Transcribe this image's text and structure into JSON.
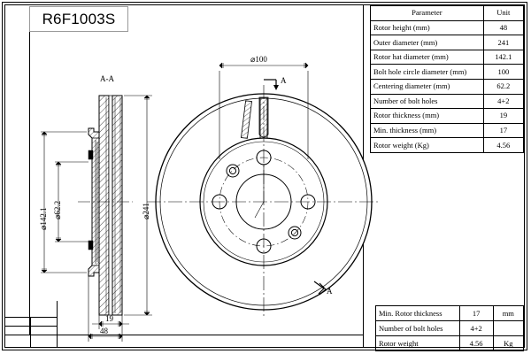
{
  "drawing": {
    "part_number": "R6F1003S",
    "section_view_label": "A-A",
    "section_cut_label_top": "A",
    "section_cut_label_bottom": "A",
    "dimensions": {
      "bolt_circle": "⌀100",
      "rotor_hat_diameter": "⌀142.1",
      "centering_diameter": "⌀62.2",
      "outer_diameter": "⌀241",
      "rotor_thickness": "19",
      "rotor_height": "48"
    }
  },
  "parameter_table": {
    "headers": [
      "Parameter",
      "Unit"
    ],
    "rows": [
      {
        "parameter": "Rotor height (mm)",
        "unit": "48"
      },
      {
        "parameter": "Outer diameter (mm)",
        "unit": "241"
      },
      {
        "parameter": "Rotor hat diameter (mm)",
        "unit": "142.1"
      },
      {
        "parameter": "Bolt hole circle diameter (mm)",
        "unit": "100"
      },
      {
        "parameter": "Centering diameter (mm)",
        "unit": "62.2"
      },
      {
        "parameter": "Number of bolt holes",
        "unit": "4+2"
      },
      {
        "parameter": "Rotor thickness (mm)",
        "unit": "19"
      },
      {
        "parameter": "Min. thickness (mm)",
        "unit": "17"
      },
      {
        "parameter": "Rotor weight (Kg)",
        "unit": "4.56"
      }
    ]
  },
  "summary_table": {
    "rows": [
      {
        "name": "Min. Rotor thickness",
        "value": "17",
        "unit": "mm"
      },
      {
        "name": "Number of bolt holes",
        "value": "4+2",
        "unit": ""
      },
      {
        "name": "Rotor weight",
        "value": "4.56",
        "unit": "Kg"
      }
    ]
  }
}
